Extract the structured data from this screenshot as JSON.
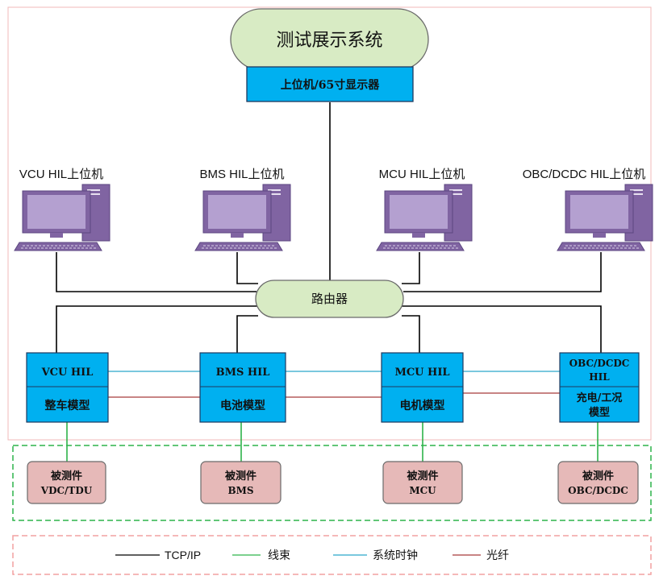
{
  "display": {
    "system_title": "测试展示系统",
    "host_display": "上位机/65寸显示器"
  },
  "pcs": [
    {
      "label": "VCU HIL上位机"
    },
    {
      "label": "BMS HIL上位机"
    },
    {
      "label": "MCU HIL上位机"
    },
    {
      "label": "OBC/DCDC HIL上位机"
    }
  ],
  "router": {
    "label": "路由器"
  },
  "hils": [
    {
      "top": "VCU HIL",
      "bottom": "整车模型"
    },
    {
      "top": "BMS HIL",
      "bottom": "电池模型"
    },
    {
      "top": "MCU HIL",
      "bottom": "电机模型"
    },
    {
      "top_line1": "OBC/DCDC",
      "top_line2": "HIL",
      "bottom_line1": "充电/工况",
      "bottom_line2": "模型"
    }
  ],
  "duts": [
    {
      "line1": "被测件",
      "line2": "VDC/TDU"
    },
    {
      "line1": "被测件",
      "line2": "BMS"
    },
    {
      "line1": "被测件",
      "line2": "MCU"
    },
    {
      "line1": "被测件",
      "line2": "OBC/DCDC"
    }
  ],
  "legend": [
    {
      "label": "TCP/IP",
      "color": "#000000"
    },
    {
      "label": "线束",
      "color": "#2db34a"
    },
    {
      "label": "系统时钟",
      "color": "#2aa7c9"
    },
    {
      "label": "光纤",
      "color": "#a83a3a"
    }
  ],
  "colors": {
    "title_fill": "#d8ebc4",
    "blue_box": "#00b0f0",
    "pc_purple": "#8064a2",
    "dut_fill": "#e6b9b8",
    "router_fill": "#d8ebc4",
    "outer_border": "#f2b8b8",
    "dashed_green": "#2db34a",
    "dashed_pink": "#f2a0a0"
  }
}
